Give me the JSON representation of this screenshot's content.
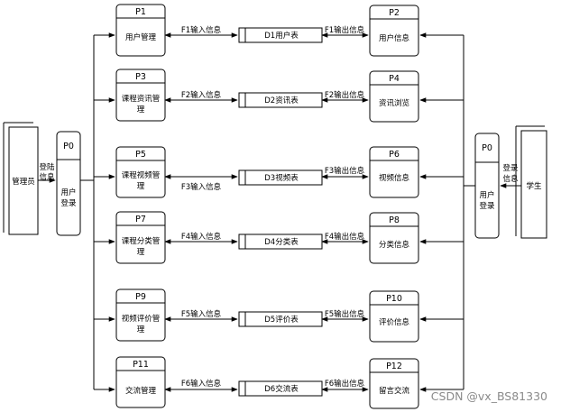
{
  "admin": {
    "label": "管理员",
    "flow": [
      "登陆",
      "信息"
    ]
  },
  "student": {
    "label": "学生",
    "flow": [
      "登录",
      "信息"
    ]
  },
  "p0_left": {
    "id": "P0",
    "name": [
      "用户",
      "登录"
    ]
  },
  "p0_right": {
    "id": "P0",
    "name": [
      "用户",
      "登录"
    ]
  },
  "rows": [
    {
      "left_id": "P1",
      "left_name": [
        "用户管理"
      ],
      "left_flow": "F1输入信息",
      "store": "D1用户表",
      "right_flow": "F1输出信息",
      "right_id": "P2",
      "right_name": [
        "用户信息"
      ]
    },
    {
      "left_id": "P3",
      "left_name": [
        "课程资讯管",
        "理"
      ],
      "left_flow": "F2输入信息",
      "store": "D2资讯表",
      "right_flow": "F2输出信息",
      "right_id": "P4",
      "right_name": [
        "资讯浏览"
      ]
    },
    {
      "left_id": "P5",
      "left_name": [
        "课程视频管",
        "理"
      ],
      "left_flow": "F3输入信息",
      "store": "D3视频表",
      "right_flow": "F3输出信息",
      "right_id": "P6",
      "right_name": [
        "视频信息"
      ]
    },
    {
      "left_id": "P7",
      "left_name": [
        "课程分类管",
        "理"
      ],
      "left_flow": "F4输入信息",
      "store": "D4分类表",
      "right_flow": "F4输出信息",
      "right_id": "P8",
      "right_name": [
        "分类信息"
      ]
    },
    {
      "left_id": "P9",
      "left_name": [
        "视频评价管",
        "理"
      ],
      "left_flow": "F5输入信息",
      "store": "D5评价表",
      "right_flow": "F5输出信息",
      "right_id": "P10",
      "right_name": [
        "评价信息"
      ]
    },
    {
      "left_id": "P11",
      "left_name": [
        "交流管理"
      ],
      "left_flow": "F6输入信息",
      "store": "D6交流表",
      "right_flow": "F6输出信息",
      "right_id": "P12",
      "right_name": [
        "留言交流"
      ]
    }
  ],
  "watermark": "CSDN @vx_BS81330"
}
